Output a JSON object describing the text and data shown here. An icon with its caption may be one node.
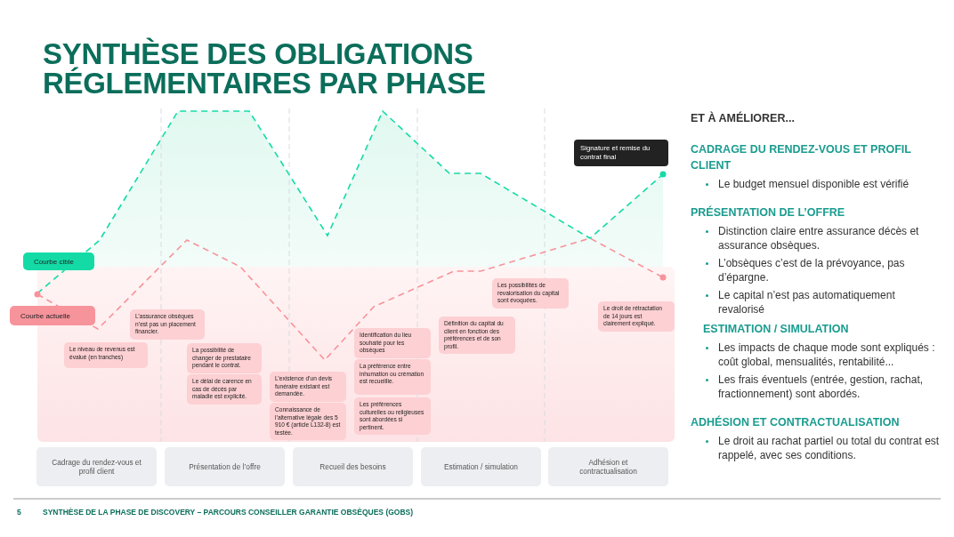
{
  "diagram": {
    "title": "SYNTHÈSE DES OBLIGATIONS RÉGLEMENTAIRES PAR PHASE",
    "caption": "SYNTHÈSE DE LA PHASE DE DISCOVERY – PARCOURS CONSEILLER GARANTIE OBSÈQUES (GOBS)",
    "nodes": [
      {
        "text": [
          "Le niveau de revenus est évalué (en tranches)"
        ]
      },
      {
        "text": [
          "L’assurance obsèques n’est pas un placement financier."
        ]
      },
      {
        "text": [
          "La possibilité de changer de prestataire pendant le contrat."
        ]
      },
      {
        "text": [
          "Le délai de carence en cas de décès par maladie est explicité."
        ]
      },
      {
        "text": [
          "L’existence d’un devis funéraire existant est demandée."
        ]
      },
      {
        "text": [
          "Connaissance de l’alternative légale des 5 910 € (article L132-8) est testée."
        ]
      },
      {
        "text": [
          "Identification du lieu souhaité pour les obsèques"
        ]
      },
      {
        "text": [
          "La préférence entre inhumation ou crémation est recueillie."
        ]
      },
      {
        "text": [
          "Les préférences culturelles ou religieuses sont abordées si pertinent."
        ]
      },
      {
        "text": [
          "Définition du capital du client en fonction des préférences et de son profil."
        ]
      },
      {
        "text": [
          "Les possibilités de revalorisation du capital sont évoquées."
        ]
      },
      {
        "text": [
          "Signature et remise du contrat final"
        ]
      },
      {
        "text": [
          "Le droit de rétractation de 14 jours est clairement expliqué."
        ]
      },
      {
        "text": [
          "Cadrage du rendez-vous et profil client"
        ]
      },
      {
        "text": [
          "Présentation de l’offre"
        ]
      },
      {
        "text": [
          "Recueil des besoins"
        ]
      },
      {
        "text": [
          "Estimation / simulation"
        ]
      },
      {
        "text": [
          "Adhésion et contractualisation"
        ]
      }
    ],
    "edges": [],
    "labels": [
      "ET À AMÉLIORER...",
      "CADRAGE DU RENDEZ-VOUS ET PROFIL CLIENT",
      "Le budget mensuel disponible est vérifié",
      "PRÉSENTATION DE L’OFFRE",
      "Distinction claire entre assurance décès et assurance obsèques.",
      "L’obsèques c’est de la prévoyance, pas d’épargne.",
      "Le capital n’est pas automatiquement revalorisé",
      "ESTIMATION / SIMULATION",
      "Les impacts de chaque mode sont expliqués : coût global, mensualités, rentabilité...",
      "Les frais éventuels (entrée, gestion, rachat, fractionnement) sont abordés.",
      "ADHÉSION ET CONTRACTUALISATION",
      "Le droit au rachat partiel ou total du contrat est rappelé, avec ses conditions.",
      "5"
    ],
    "legend": [
      {
        "text": "Courbe cible",
        "color": "#14dba6"
      },
      {
        "text": "Courbe actuelle",
        "color": "#f7939b"
      }
    ]
  }
}
